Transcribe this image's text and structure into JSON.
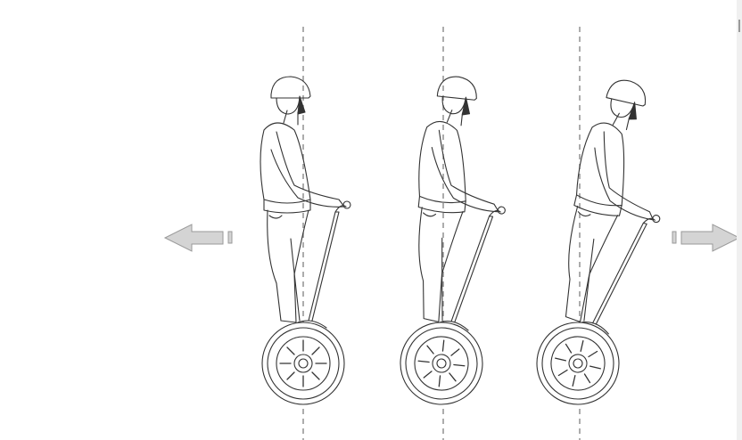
{
  "illustration": {
    "subject": "segway-riders",
    "riders": [
      {
        "lean": "back"
      },
      {
        "lean": "upright"
      },
      {
        "lean": "forward"
      }
    ],
    "arrows": [
      {
        "direction": "left"
      },
      {
        "direction": "right"
      }
    ],
    "colors": {
      "line": "#333333",
      "dash": "#888888",
      "arrow_fill": "#d4d4d4",
      "arrow_stroke": "#999999"
    }
  }
}
